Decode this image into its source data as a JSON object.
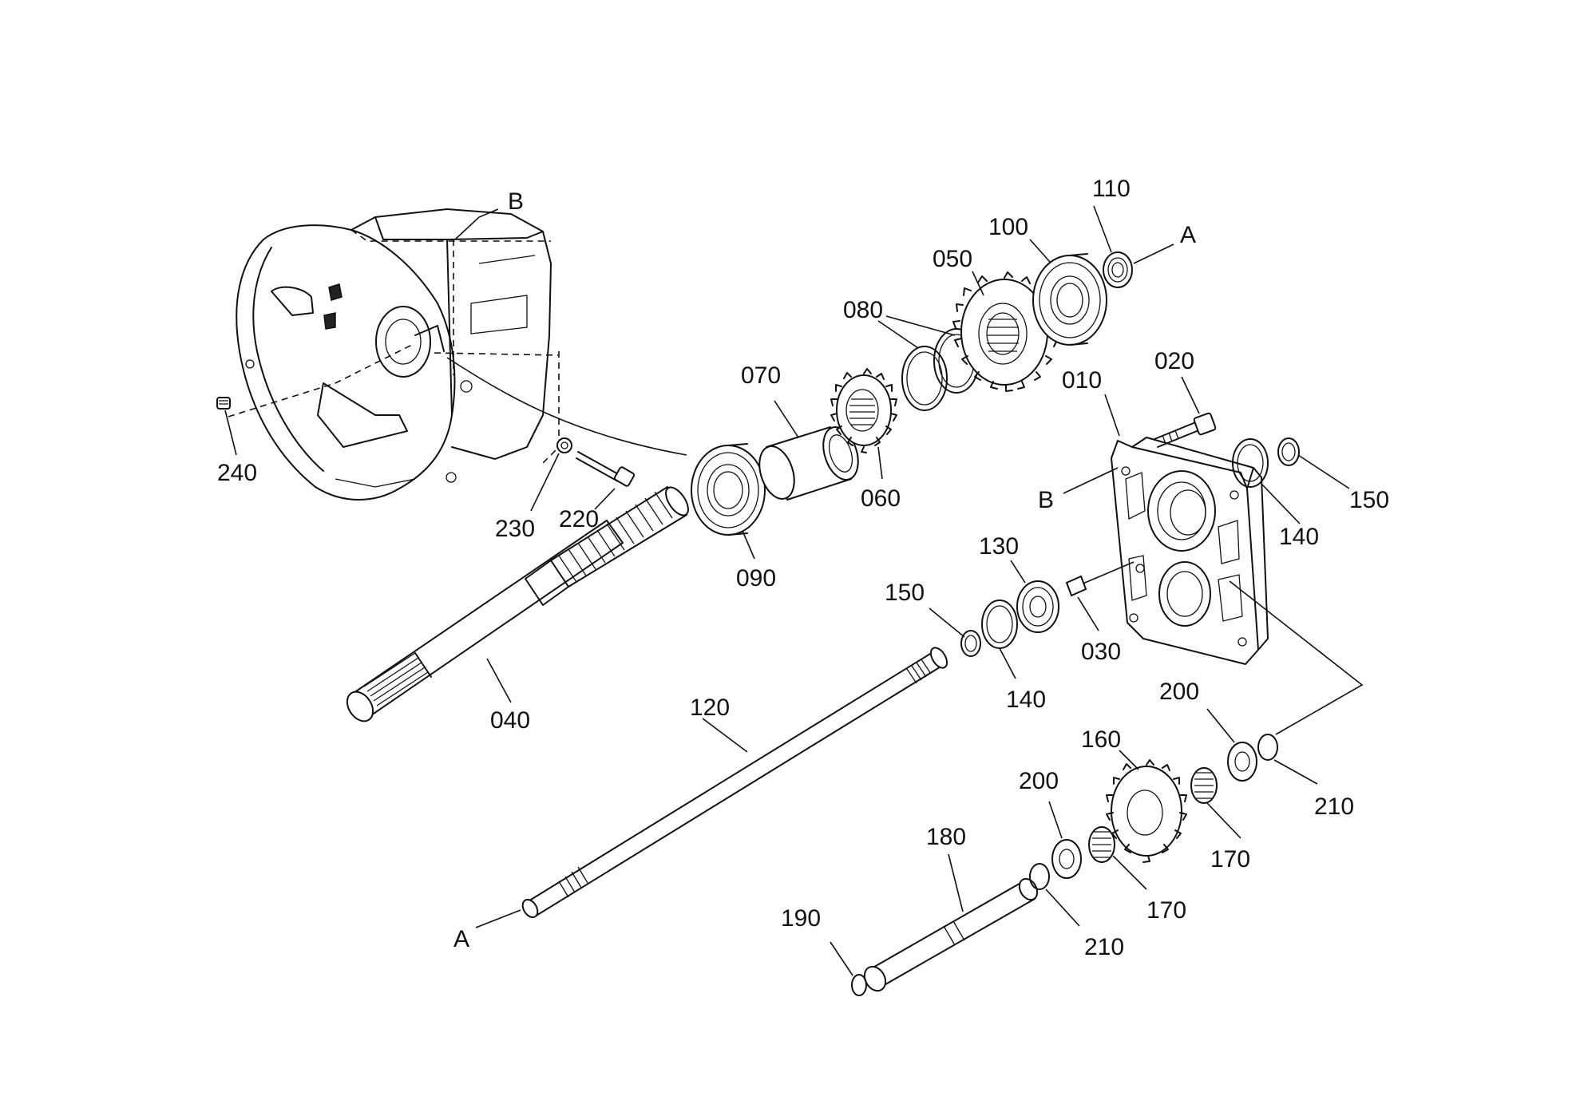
{
  "labels": {
    "p010": "010",
    "p020": "020",
    "p030": "030",
    "p040": "040",
    "p050": "050",
    "p060": "060",
    "p070": "070",
    "p080": "080",
    "p090": "090",
    "p100": "100",
    "p110": "110",
    "p120": "120",
    "p130": "130",
    "p140a": "140",
    "p140b": "140",
    "p150a": "150",
    "p150b": "150",
    "p160": "160",
    "p170a": "170",
    "p170b": "170",
    "p180": "180",
    "p190": "190",
    "p200a": "200",
    "p200b": "200",
    "p210a": "210",
    "p210b": "210",
    "p220": "220",
    "p230": "230",
    "p240": "240",
    "refA1": "A",
    "refA2": "A",
    "refB1": "B",
    "refB2": "B"
  }
}
